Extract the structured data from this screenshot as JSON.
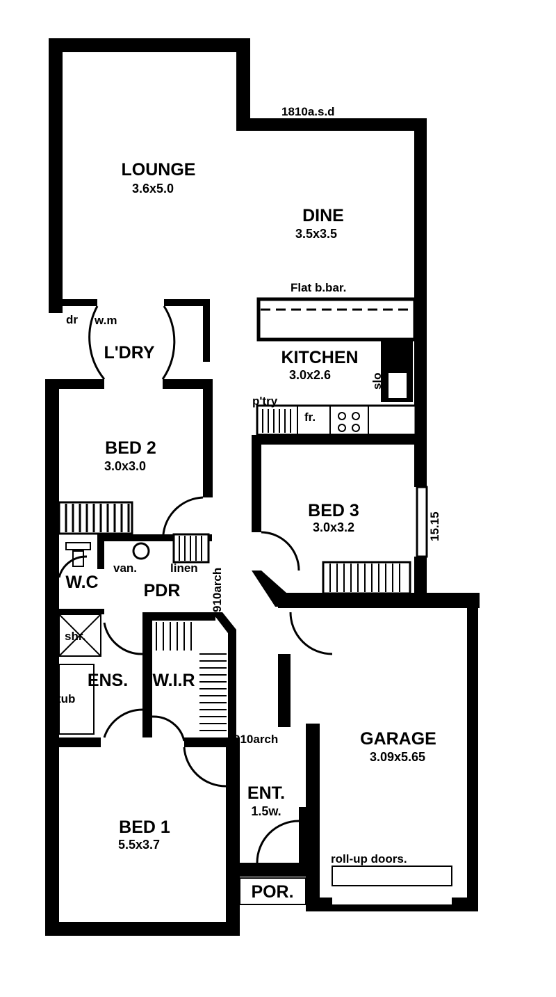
{
  "plan": {
    "rooms": {
      "lounge": {
        "name": "LOUNGE",
        "size": "3.6x5.0"
      },
      "dine": {
        "name": "DINE",
        "size": "3.5x3.5"
      },
      "kitchen": {
        "name": "KITCHEN",
        "size": "3.0x2.6"
      },
      "laundry": {
        "name": "L'DRY"
      },
      "bed2": {
        "name": "BED 2",
        "size": "3.0x3.0"
      },
      "bed3": {
        "name": "BED 3",
        "size": "3.0x3.2"
      },
      "wc": {
        "name": "W.C"
      },
      "pdr": {
        "name": "PDR"
      },
      "ens": {
        "name": "ENS."
      },
      "wir": {
        "name": "W.I.R"
      },
      "garage": {
        "name": "GARAGE",
        "size": "3.09x5.65"
      },
      "ent": {
        "name": "ENT.",
        "size": "1.5w."
      },
      "bed1": {
        "name": "BED 1",
        "size": "5.5x3.7"
      },
      "por": {
        "name": "POR."
      }
    },
    "notes": {
      "window_dine": "1810a.s.d",
      "breakfast_bar": "Flat b.bar.",
      "dryer": "dr",
      "washing_machine": "w.m",
      "stove": "slo",
      "pantry": "p'try",
      "fridge": "fr.",
      "window_bed3": "15.15",
      "vanity": "van.",
      "linen": "linen",
      "arch_pdr": "910arch",
      "shower": "shr.",
      "tub": "tub",
      "arch_ent": "910arch",
      "garage_door": "roll-up doors."
    }
  }
}
